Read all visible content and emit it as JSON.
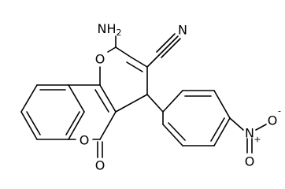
{
  "diagram": {
    "type": "chemical-structure",
    "atoms": {
      "amino": "NH",
      "amino_subscript": "2",
      "nitrile_n": "N",
      "pyran_o": "O",
      "lactone_o": "O",
      "carbonyl_o": "O",
      "nitro_n": "N",
      "nitro_n_charge": "+",
      "nitro_o_top": "O",
      "nitro_o_top_charge": "-",
      "nitro_o_bottom": "O"
    }
  }
}
